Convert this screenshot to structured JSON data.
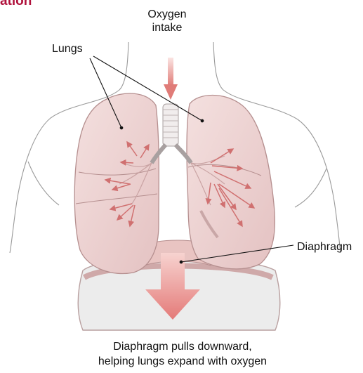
{
  "heading": "ation",
  "labels": {
    "oxygen_line1": "Oxygen",
    "oxygen_line2": "intake",
    "lungs": "Lungs",
    "diaphragm": "Diaphragm"
  },
  "caption": {
    "line1": "Diaphragm pulls downward,",
    "line2": "helping lungs expand with oxygen"
  },
  "colors": {
    "heading": "#b0123c",
    "skin_outline": "#9a9a9a",
    "lung_fill": "#efd4d4",
    "lung_outline": "#b58f8f",
    "arrow": "#d98080",
    "big_arrow": "#ea8f8c",
    "leader_line": "#111111"
  }
}
